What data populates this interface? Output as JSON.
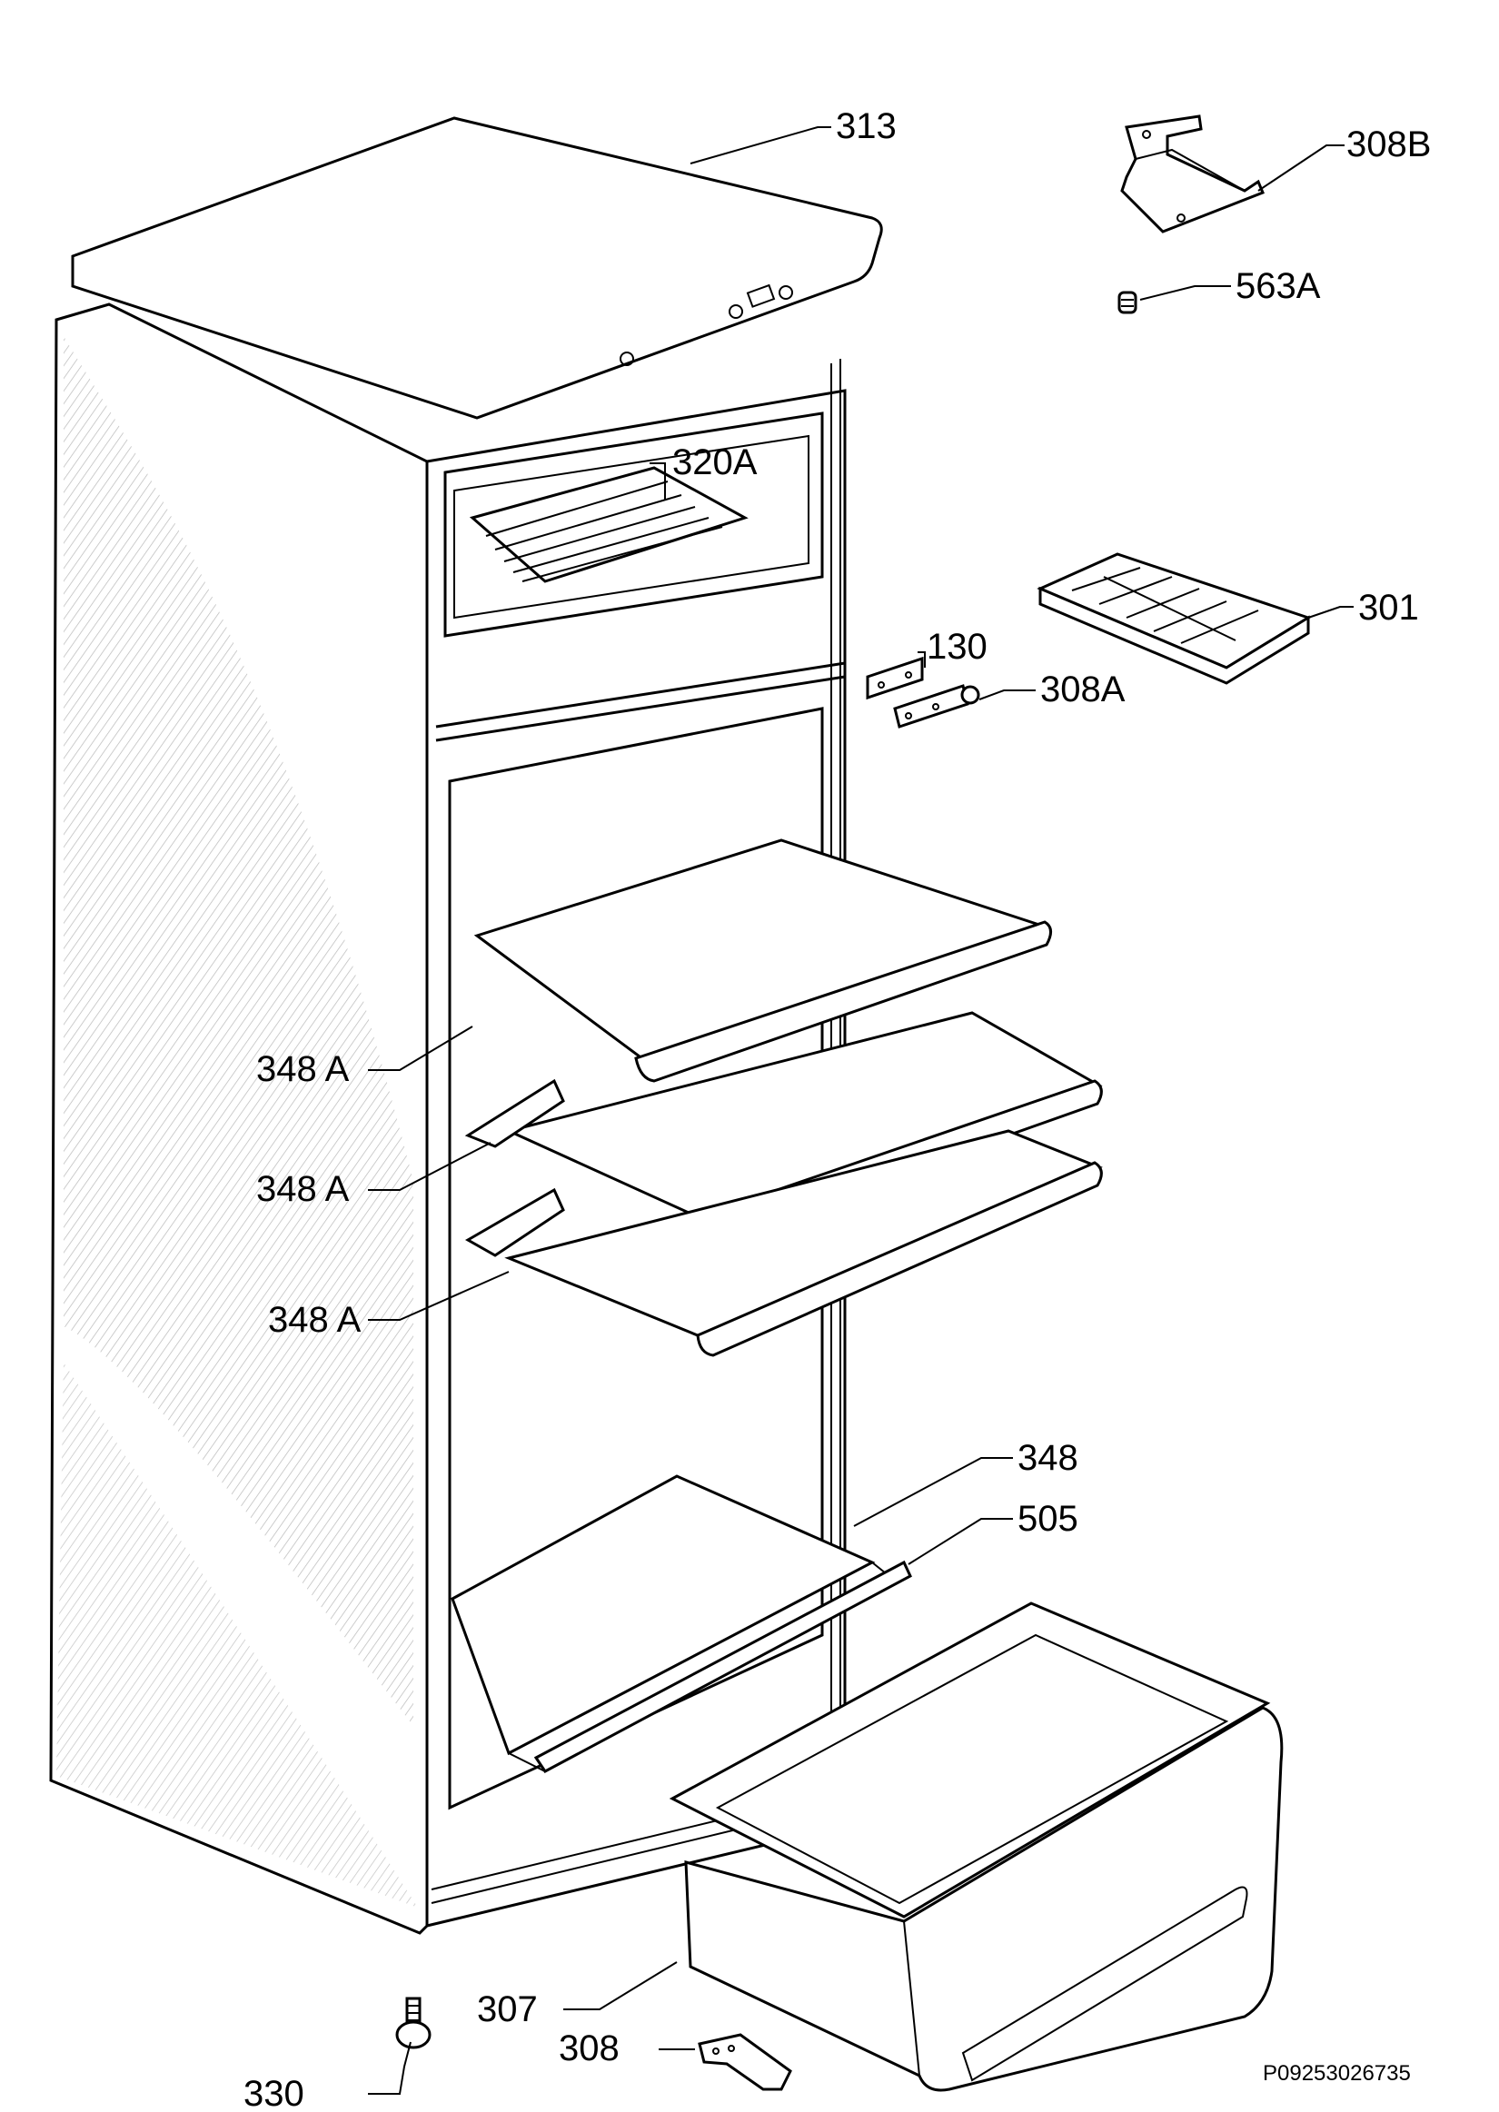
{
  "labels": {
    "p313": "313",
    "p308b": "308B",
    "p563a": "563A",
    "p320a": "320A",
    "p301": "301",
    "p130": "130",
    "p308a": "308A",
    "p348a_1": "348 A",
    "p348a_2": "348 A",
    "p348a_3": "348 A",
    "p348": "348",
    "p505": "505",
    "p307": "307",
    "p308": "308",
    "p330": "330"
  },
  "document_code": "P09253026735"
}
